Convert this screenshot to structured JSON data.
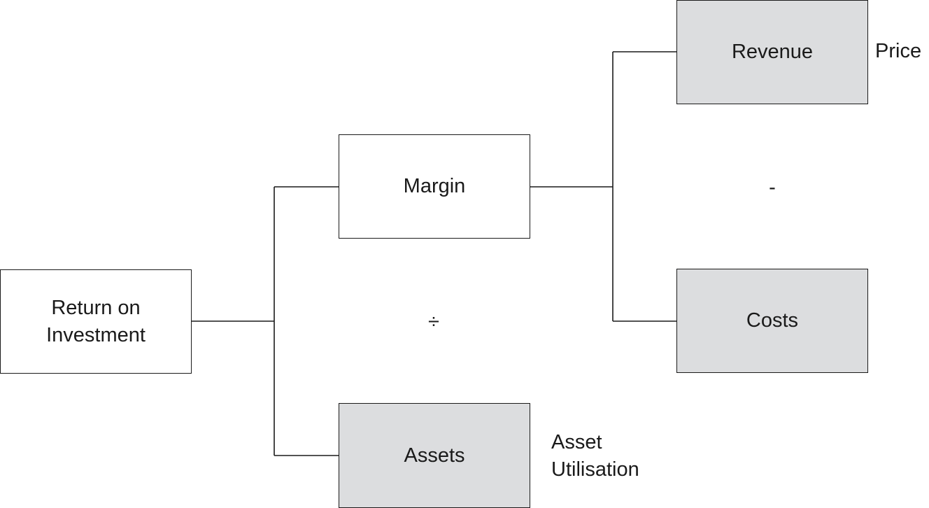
{
  "nodes": {
    "roi": {
      "line1": "Return on",
      "line2": "Investment"
    },
    "margin": {
      "label": "Margin"
    },
    "assets": {
      "label": "Assets"
    },
    "revenue": {
      "label": "Revenue"
    },
    "costs": {
      "label": "Costs"
    }
  },
  "annotations": {
    "price": "Price",
    "asset_utilisation_line1": "Asset",
    "asset_utilisation_line2": "Utilisation"
  },
  "operators": {
    "divide": "÷",
    "subtract": "-"
  },
  "colors": {
    "shaded_fill": "#dcdddf",
    "plain_fill": "#ffffff",
    "stroke": "#1a1a1a"
  }
}
